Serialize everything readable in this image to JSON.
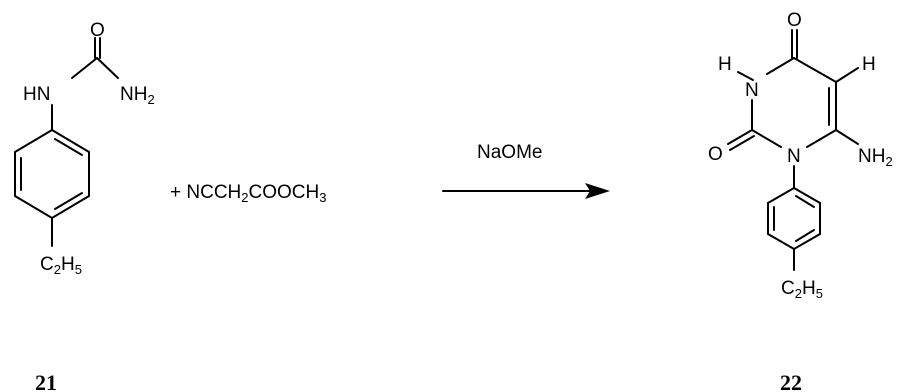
{
  "reactant": {
    "carbonyl_o": "O",
    "nh": "HN",
    "nh2": {
      "main": "NH",
      "sub": "2"
    },
    "ethyl": {
      "c": "C",
      "c_sub": "2",
      "h": "H",
      "h_sub": "5"
    },
    "number": "21"
  },
  "reagent": {
    "plus": "+ NCCH",
    "sub1": "2",
    "mid": "COOCH",
    "sub2": "3"
  },
  "arrow": {
    "label": "NaOMe"
  },
  "product": {
    "c4_o": "O",
    "n3_h": "H",
    "n3": "N",
    "c5_h": "H",
    "c2_o": "O",
    "n1": "N",
    "nh2": {
      "main": "NH",
      "sub": "2"
    },
    "ethyl": {
      "c": "C",
      "c_sub": "2",
      "h": "H",
      "h_sub": "5"
    },
    "number": "22"
  }
}
